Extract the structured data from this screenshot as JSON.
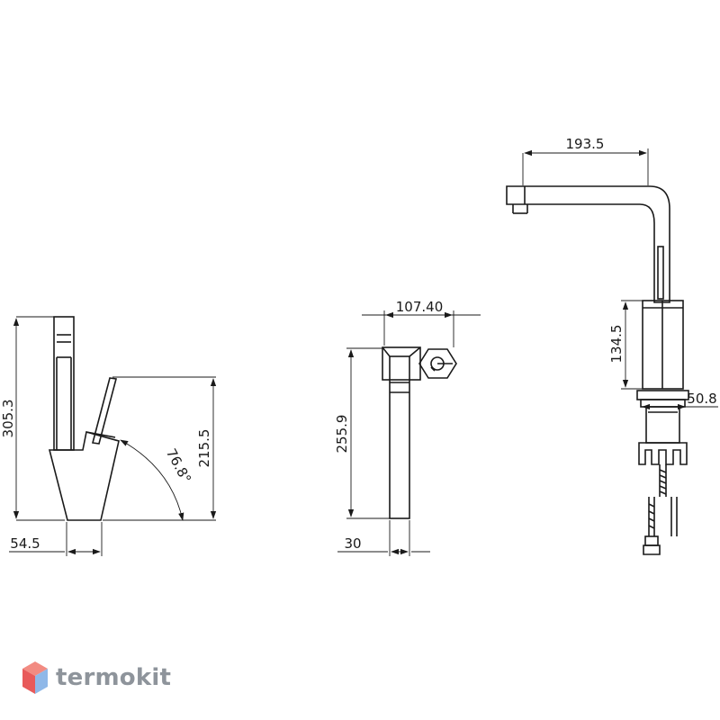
{
  "front_view": {
    "height_total": "305.3",
    "height_handle": "215.5",
    "angle": "76.8°",
    "base_width": "54.5"
  },
  "side_view": {
    "depth": "107.40",
    "height": "255.9",
    "body_width": "30"
  },
  "rear_view": {
    "spout_reach": "193.5",
    "body_height": "134.5",
    "base_diameter": "50.8"
  },
  "brand": {
    "name": "termokit",
    "colors": {
      "top": "#f28b82",
      "left": "#e85a5a",
      "right": "#8fb8e8",
      "text": "#8e949b"
    }
  }
}
